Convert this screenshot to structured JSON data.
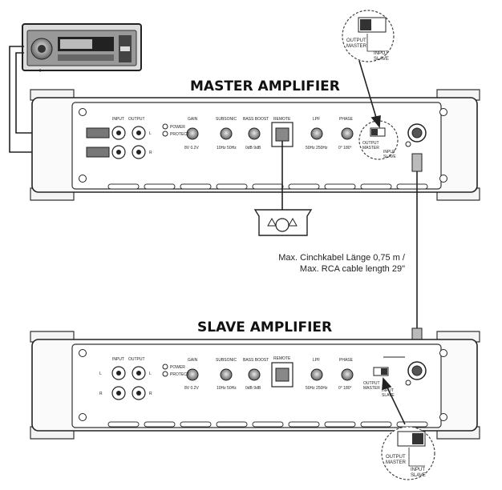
{
  "titles": {
    "master": "MASTER AMPLIFIER",
    "slave": "SLAVE AMPLIFIER"
  },
  "panel": {
    "input": "INPUT",
    "output": "OUTPUT",
    "left": "L",
    "right": "R",
    "power": "POWER",
    "protect": "PROTECT",
    "gain": "GAIN",
    "gain_range": "8V  0.2V",
    "subsonic": "SUBSONIC",
    "subsonic_range": "10Hz  50Hz",
    "bass_boost": "BASS BOOST",
    "bass_boost_range": "0dB  9dB",
    "remote": "REMOTE",
    "lpf": "LPF",
    "lpf_range": "50Hz  250Hz",
    "phase": "PHASE",
    "phase_range": "0°  180°"
  },
  "switch": {
    "output_label_1": "OUTPUT",
    "output_label_2": "MASTER",
    "input_label_1": "INPUT",
    "input_label_2": "SLAVE"
  },
  "cable_note": {
    "line1": "Max. Cinchkabel Länge 0,75 m /",
    "line2": "Max. RCA cable length 29\""
  }
}
